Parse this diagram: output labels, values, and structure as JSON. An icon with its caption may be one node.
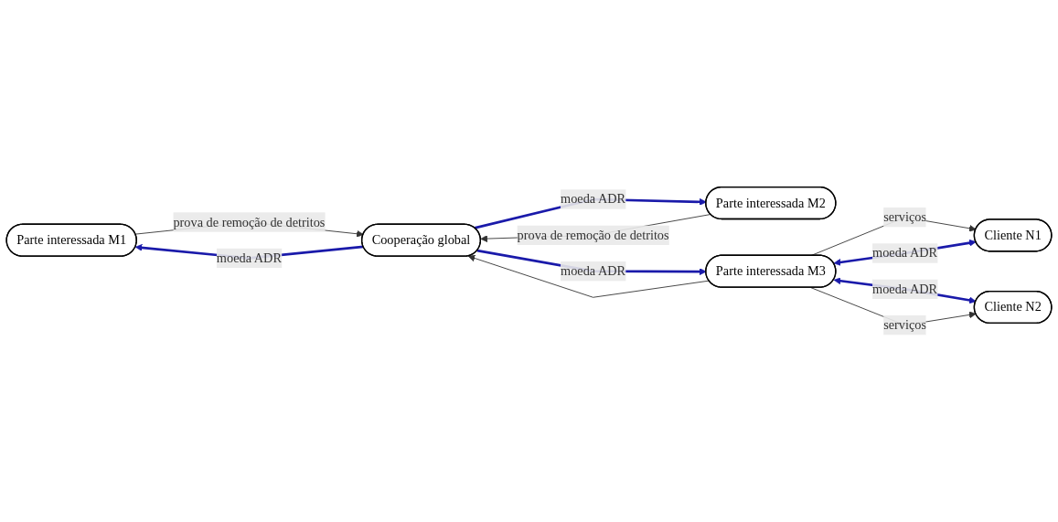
{
  "diagram": {
    "nodes": [
      {
        "text": [
          "Parte interessada M1"
        ]
      },
      {
        "text": [
          "Cooperação global"
        ]
      },
      {
        "text": [
          "Parte interessada M2"
        ]
      },
      {
        "text": [
          "Parte interessada M3"
        ]
      },
      {
        "text": [
          "Cliente N1"
        ]
      },
      {
        "text": [
          "Cliente N2"
        ]
      }
    ],
    "edges": [
      {
        "from": 0,
        "to": 1,
        "arrow": "to",
        "label": "prova de remoção de detritos"
      },
      {
        "from": 3,
        "to": 1,
        "arrow": "to"
      },
      {
        "from": 1,
        "to": 0,
        "arrow": "to",
        "label": "moeda ADR",
        "style": "thick",
        "color": "#1a1aaa"
      },
      {
        "from": 1,
        "to": 2,
        "arrow": "to",
        "label": "moeda ADR",
        "style": "thick",
        "color": "#1a1aaa"
      },
      {
        "from": 2,
        "to": 1,
        "arrow": "to",
        "label": "prova de remoção de detritos"
      },
      {
        "from": 1,
        "to": 3,
        "arrow": "to",
        "label": "moeda ADR",
        "style": "thick",
        "color": "#1a1aaa"
      },
      {
        "from": 3,
        "to": 4,
        "arrow": "to",
        "label": "serviços"
      },
      {
        "from": 3,
        "to": 4,
        "arrow": "both",
        "label": "moeda ADR",
        "style": "thick",
        "color": "#1a1aaa"
      },
      {
        "from": 3,
        "to": 5,
        "arrow": "both",
        "label": "moeda ADR",
        "style": "thick",
        "color": "#1a1aaa"
      },
      {
        "from": 3,
        "to": 5,
        "arrow": "to",
        "label": "serviços"
      }
    ]
  }
}
